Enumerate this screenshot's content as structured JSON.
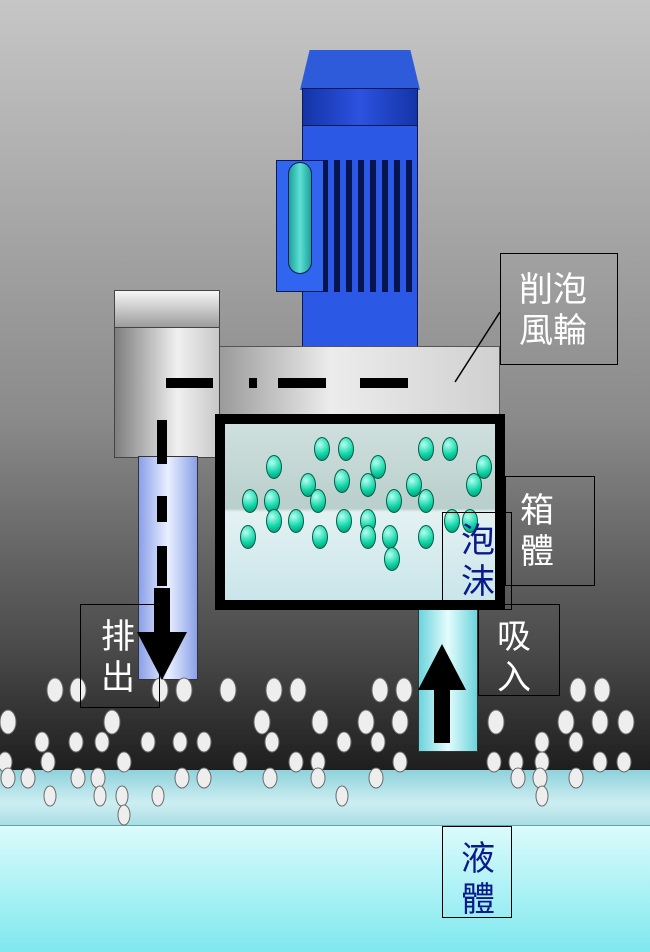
{
  "labels": {
    "impeller": "削泡\n風輪",
    "tank": "箱\n體",
    "foam": "泡\n沫",
    "discharge": "排\n出",
    "suction": "吸\n入",
    "liquid": "液\n體"
  },
  "colors": {
    "motor": "#2c58e6",
    "motor_dark": "#081450",
    "foam_bubble": "#10d6a8",
    "suction_pipe": "#6cd4dc",
    "discharge_pipe": "#8aa0e8",
    "liquid": "#7ee8ee",
    "label_text_dark": "#ffffff",
    "label_text_blue": "#0a1a8a"
  },
  "icons": {
    "discharge_arrow": "arrow-down-icon",
    "suction_arrow": "arrow-up-icon"
  }
}
